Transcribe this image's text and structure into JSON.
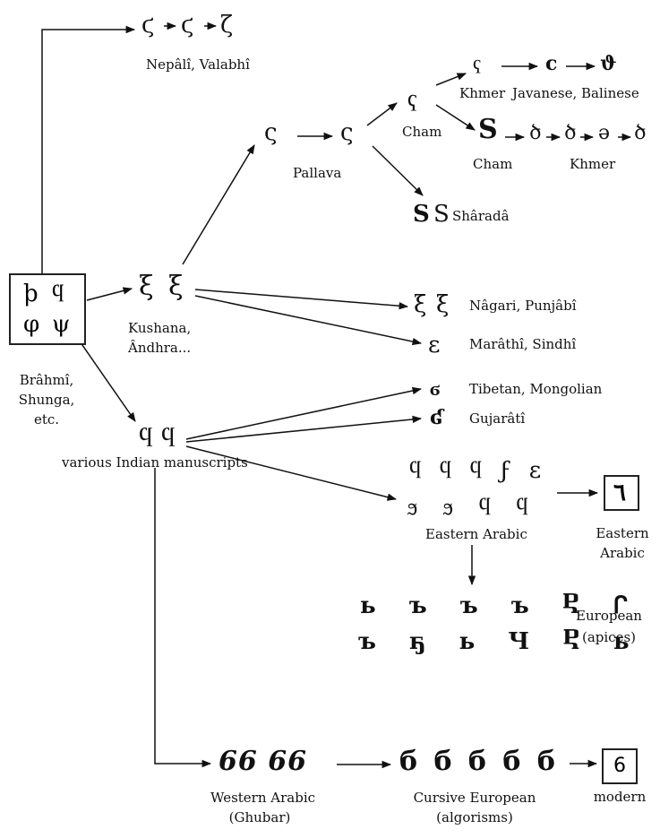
{
  "labels": {
    "nepali_valabhi": "Nepâlî, Valabhî",
    "khmer_top": "Khmer",
    "javanese_balinese": "Javanese, Balinese",
    "cham_upper": "Cham",
    "cham_lower": "Cham",
    "khmer_lower": "Khmer",
    "pallava": "Pallava",
    "sharada": "Shâradâ",
    "kushana_1": "Kushana,",
    "kushana_2": "Ândhra...",
    "nagari_punjabi": "Nâgari, Punjâbî",
    "marathi_sindhi": "Marâthî, Sindhî",
    "brahmi_1": "Brâhmî,",
    "brahmi_2": "Shunga,",
    "brahmi_3": "etc.",
    "tibetan_mongolian": "Tibetan, Mongolian",
    "gujarati": "Gujarâtî",
    "various_indian": "various Indian manuscripts",
    "eastern_arabic_group": "Eastern Arabic",
    "eastern_arabic_box_1": "Eastern",
    "eastern_arabic_box_2": "Arabic",
    "european_1": "European",
    "european_2": "(apices)",
    "western_arabic_1": "Western Arabic",
    "western_arabic_2": "(Ghubar)",
    "cursive_1": "Cursive European",
    "cursive_2": "(algorisms)",
    "modern": "modern"
  },
  "glyphs": {
    "nepali_1": "ϛ",
    "nepali_2": "ϛ",
    "nepali_3": "ζ",
    "pallava_1": "ς",
    "pallava_2": "ς",
    "cham_node": "ҁ",
    "khmer_1": "ҁ",
    "javanese_1": "ϲ",
    "balinese_1": "ϑ",
    "cham_big": "S",
    "cham_2": "ծ",
    "cham_3": "ծ",
    "cham_4": "ə",
    "cham_5": "ծ",
    "sharada_1": "S",
    "sharada_2": "S",
    "kushana_1": "ξ",
    "kushana_2": "ξ",
    "nagari_1": "ξ",
    "nagari_2": "ξ",
    "marathi_1": "ε",
    "brahmi_1": "ϸ",
    "brahmi_2": "ϥ",
    "brahmi_3": "φ",
    "brahmi_4": "ψ",
    "tibetan_1": "ϭ",
    "gujarati_1": "ʛ",
    "various_1": "ϥ",
    "various_2": "ϥ",
    "ea_row1": "ϥ ϥ ϥ ϝ ε",
    "ea_row2": "ϧ ϧ ϥ ϥ",
    "ea_box": "٦",
    "eu_row1": "ь ъ ъ ъ Ⴒ ᒋ",
    "eu_row2": "ъ ҕ ь Ч Ⴒ ь",
    "western_arabic": "66 66",
    "cursive_european": "б б б б б",
    "modern_box": "6"
  }
}
